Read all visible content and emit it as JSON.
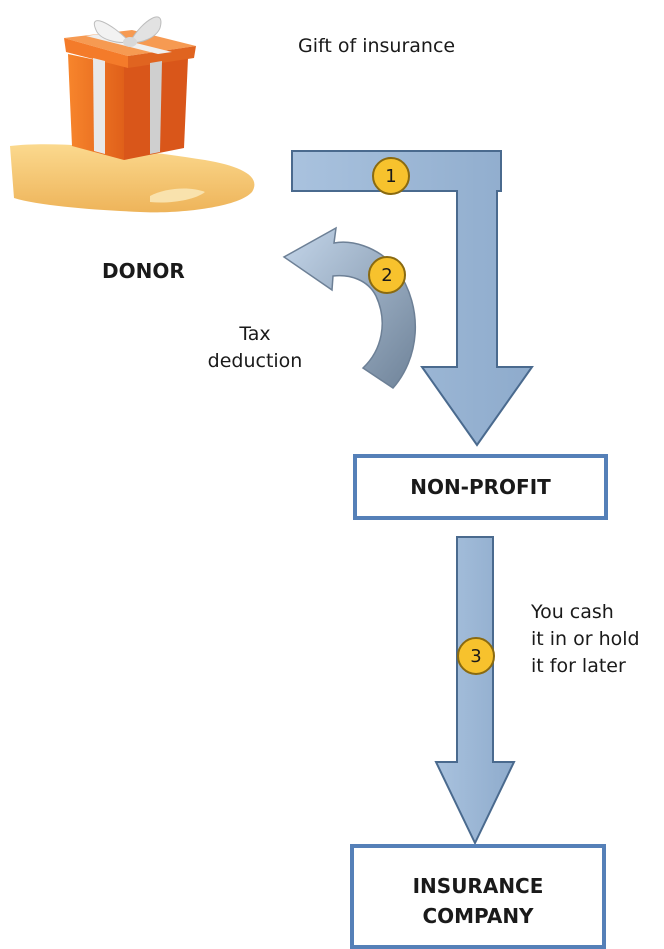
{
  "labels": {
    "gift": "Gift of insurance",
    "donor": "DONOR",
    "tax_line1": "Tax",
    "tax_line2": "deduction",
    "cash_line1": "You cash",
    "cash_line2": "it in or hold",
    "cash_line3": "it for later"
  },
  "boxes": {
    "nonprofit": "NON-PROFIT",
    "insurance_line1": "INSURANCE",
    "insurance_line2": "COMPANY"
  },
  "steps": [
    "1",
    "2",
    "3"
  ],
  "colors": {
    "arrow_fill": "#9bb7d6",
    "arrow_stroke": "#4a6a8e",
    "box_border": "#5580b8",
    "badge_fill": "#f7c22d",
    "gift_box": "#f0741f",
    "ribbon": "#e6e6e6",
    "hand": "#f5c46a"
  }
}
